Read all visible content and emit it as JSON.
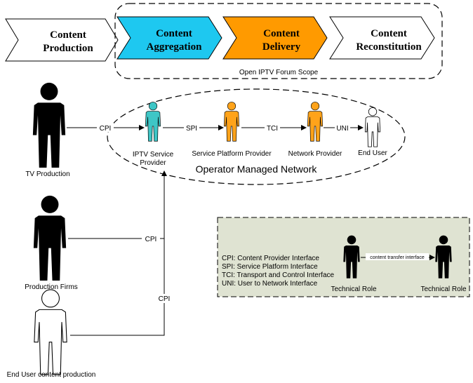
{
  "stages": [
    {
      "line1": "Content",
      "line2": "Production",
      "fill": "#ffffff"
    },
    {
      "line1": "Content",
      "line2": "Aggregation",
      "fill": "#1ec8f0"
    },
    {
      "line1": "Content",
      "line2": "Delivery",
      "fill": "#ff9a00"
    },
    {
      "line1": "Content",
      "line2": "Reconstitution",
      "fill": "#ffffff"
    }
  ],
  "scope_label": "Open IPTV Forum Scope",
  "network_label": "Operator Managed Network",
  "actors": {
    "tv_production": "TV Production",
    "production_firms": "Production Firms",
    "end_user_content": "End User content production",
    "iptv_provider_line1": "IPTV Service",
    "iptv_provider_line2": "Provider",
    "service_platform_provider": "Service Platform Provider",
    "network_provider": "Network Provider",
    "end_user": "End User"
  },
  "interfaces": {
    "cpi": "CPI",
    "spi": "SPI",
    "tci": "TCI",
    "uni": "UNI"
  },
  "legend": {
    "items": [
      "CPI: Content Provider Interface",
      "SPI: Service Platform Interface",
      "TCI: Transport and Control Interface",
      "UNI: User to Network Interface"
    ],
    "role_left": "Technical Role",
    "role_right": "Technical Role",
    "arrow_label": "content transfer interface"
  },
  "colors": {
    "aggregation": "#1ec8f0",
    "delivery": "#ff9a00",
    "iptv_figure": "#3ec6c6",
    "provider_figure": "#ffa31a",
    "legend_bg": "#dfe3d2"
  }
}
